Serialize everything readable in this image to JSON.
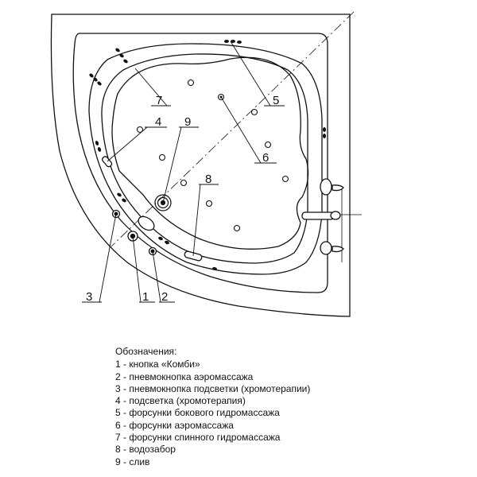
{
  "diagram": {
    "callouts": [
      "1",
      "2",
      "3",
      "4",
      "5",
      "6",
      "7",
      "8",
      "9"
    ]
  },
  "legend": {
    "title": "Обозначения:",
    "items": [
      "1 - кнопка «Комби»",
      "2 - пневмокнопка аэромассажа",
      "3 - пневмокнопка подсветки (хромотерапии)",
      "4 - подсветка (хромотерапия)",
      "5 - форсунки бокового гидромассажа",
      "6 - форсунки аэромассажа",
      "7 - форсунки спинного гидромассажа",
      "8 - водозабор",
      "9 - слив"
    ]
  }
}
